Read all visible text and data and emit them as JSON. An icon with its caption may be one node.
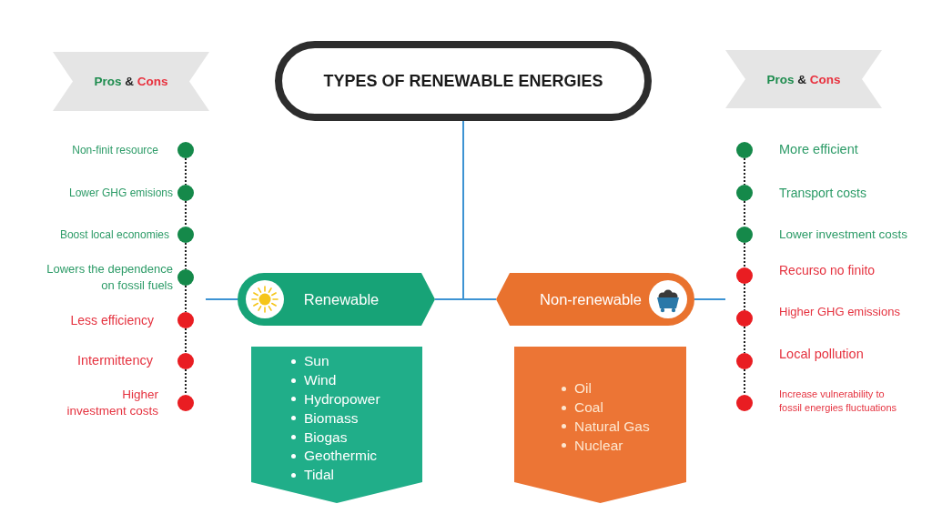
{
  "diagram": {
    "nodes": [
      {
        "text": [
          "TYPES OF RENEWABLE ENERGIES"
        ]
      },
      {
        "text": [
          "Pros & Cons"
        ]
      },
      {
        "text": [],
        "shape": "circle",
        "beside": [
          "Non-finit resource"
        ]
      },
      {
        "text": [],
        "shape": "circle",
        "beside": [
          "Lower GHG emisions"
        ]
      },
      {
        "text": [],
        "shape": "circle",
        "beside": [
          "Boost local economies"
        ]
      },
      {
        "text": [],
        "shape": "circle",
        "beside": [
          "Lowers the dependence on fossil fuels"
        ]
      },
      {
        "text": [],
        "shape": "circle",
        "beside": [
          "Less efficiency"
        ]
      },
      {
        "text": [],
        "shape": "circle",
        "beside": [
          "Intermittency"
        ]
      },
      {
        "text": [],
        "shape": "circle",
        "beside": [
          "Higher investment costs"
        ]
      },
      {
        "text": [
          "Renewable"
        ]
      },
      {
        "text": [
          "Sun",
          "Wind",
          "Hydropower",
          "Biomass",
          "Biogas",
          "Geothermic",
          "Tidal"
        ]
      },
      {
        "text": [
          "Non-renewable"
        ]
      },
      {
        "text": [
          "Oil",
          "Coal",
          "Natural Gas",
          "Nuclear"
        ]
      },
      {
        "text": [
          "Pros & Cons"
        ]
      },
      {
        "text": [],
        "shape": "circle",
        "beside": [
          "More efficient"
        ]
      },
      {
        "text": [],
        "shape": "circle",
        "beside": [
          "Transport costs"
        ]
      },
      {
        "text": [],
        "shape": "circle",
        "beside": [
          "Lower investment costs"
        ]
      },
      {
        "text": [],
        "shape": "circle",
        "beside": [
          "Recurso no finito"
        ]
      },
      {
        "text": [],
        "shape": "circle",
        "beside": [
          "Higher GHG emissions"
        ]
      },
      {
        "text": [],
        "shape": "circle",
        "beside": [
          "Local pollution"
        ]
      },
      {
        "text": [],
        "shape": "circle",
        "beside": [
          "Increase vulnerability to fossil energies fluctuations"
        ]
      }
    ],
    "edges": [
      {
        "from": 0,
        "to": 9,
        "arrow": "none",
        "color": "#3d93d3"
      },
      {
        "from": 0,
        "to": 11,
        "arrow": "none",
        "color": "#3d93d3"
      },
      {
        "from": 9,
        "to": null,
        "arrow": "none",
        "color": "#3d93d3"
      },
      {
        "from": 11,
        "to": null,
        "arrow": "none",
        "color": "#3d93d3"
      },
      {
        "from": 2,
        "to": 3,
        "arrow": "none",
        "style": "dashed"
      },
      {
        "from": 3,
        "to": 4,
        "arrow": "none",
        "style": "dashed"
      },
      {
        "from": 4,
        "to": 5,
        "arrow": "none",
        "style": "dashed"
      },
      {
        "from": 5,
        "to": 6,
        "arrow": "none",
        "style": "dashed"
      },
      {
        "from": 6,
        "to": 7,
        "arrow": "none",
        "style": "dashed"
      },
      {
        "from": 7,
        "to": 8,
        "arrow": "none",
        "style": "dashed"
      },
      {
        "from": 14,
        "to": 15,
        "arrow": "none",
        "style": "dashed"
      },
      {
        "from": 15,
        "to": 16,
        "arrow": "none",
        "style": "dashed"
      },
      {
        "from": 16,
        "to": 17,
        "arrow": "none",
        "style": "dashed"
      },
      {
        "from": 17,
        "to": 18,
        "arrow": "none",
        "style": "dashed"
      },
      {
        "from": 18,
        "to": 19,
        "arrow": "none",
        "style": "dashed"
      },
      {
        "from": 19,
        "to": 20,
        "arrow": "none",
        "style": "dashed"
      }
    ]
  }
}
